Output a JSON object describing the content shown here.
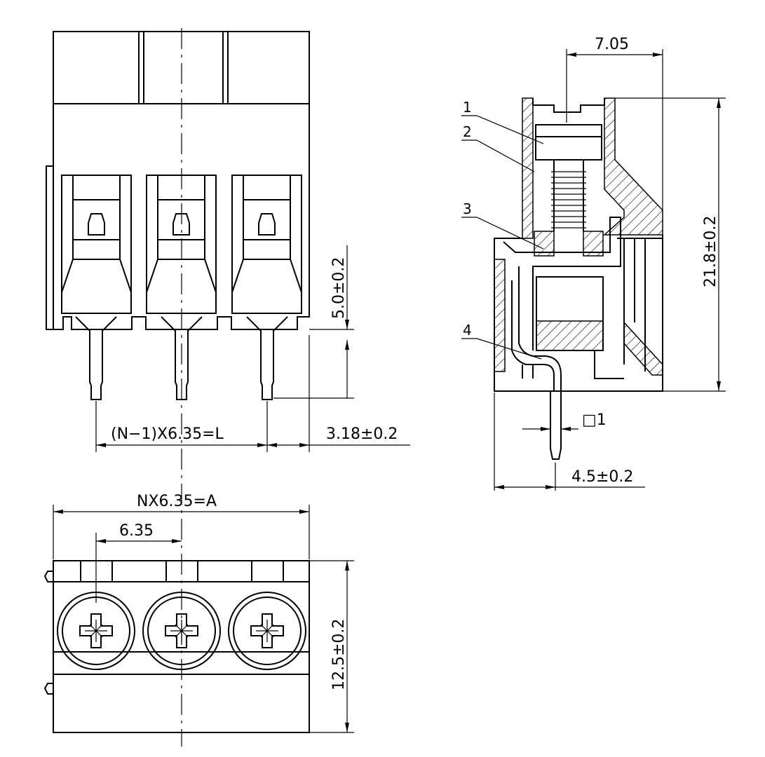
{
  "drawing": {
    "front_view": {
      "height_dim": "5.0±0.2",
      "pitch_dim": "(N−1)X6.35=L",
      "offset_dim": "3.18±0.2"
    },
    "bottom_view": {
      "width_dim": "NX6.35=A",
      "pitch_dim": "6.35",
      "depth_dim": "12.5±0.2"
    },
    "side_view": {
      "top_dim": "7.05",
      "height_dim": "21.8±0.2",
      "pin_size": "□1",
      "pin_offset_dim": "4.5±0.2",
      "callouts": [
        "1",
        "2",
        "3",
        "4"
      ]
    }
  }
}
